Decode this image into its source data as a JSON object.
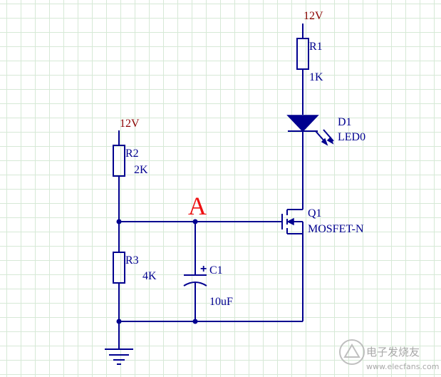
{
  "schematic": {
    "node_label": "A",
    "power": {
      "r1_supply": "12V",
      "r2_supply": "12V"
    },
    "r1": {
      "designator": "R1",
      "value": "1K"
    },
    "r2": {
      "designator": "R2",
      "value": "2K"
    },
    "r3": {
      "designator": "R3",
      "value": "4K"
    },
    "c1": {
      "designator": "C1",
      "value": "10uF",
      "polarity": "+"
    },
    "d1": {
      "designator": "D1",
      "value": "LED0"
    },
    "q1": {
      "designator": "Q1",
      "value": "MOSFET-N"
    }
  },
  "watermark": {
    "brand": "电子发烧友",
    "url": "www.elecfans.com"
  },
  "colors": {
    "wire": "#00008f",
    "supply_label": "#8b0000",
    "node_label": "#ee1111",
    "grid": "#d6e9d6"
  }
}
